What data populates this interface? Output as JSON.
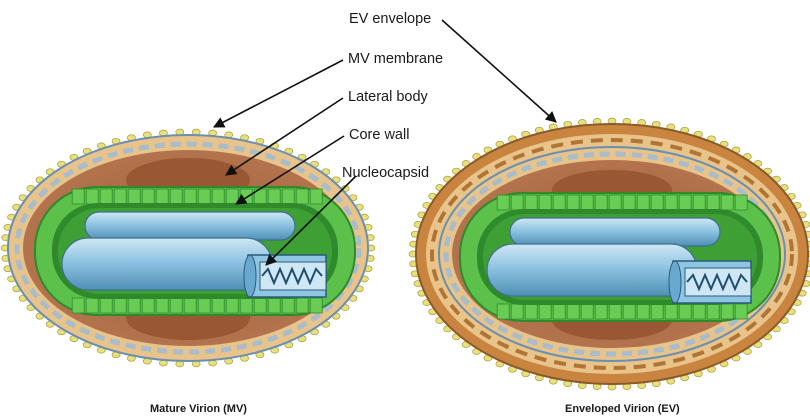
{
  "labels": {
    "ev_envelope": "EV envelope",
    "mv_membrane": "MV membrane",
    "lateral_body": "Lateral body",
    "core_wall": "Core wall",
    "nucleocapsid": "Nucleocapsid"
  },
  "captions": {
    "mv": "Mature Virion (MV)",
    "ev": "Enveloped Virion (EV)"
  },
  "colors": {
    "core_wall_green": "#5cc14a",
    "core_wall_dark": "#2f8a2b",
    "lateral_body_brown": "#a8663f",
    "nucleocapsid_blue": "#8ec5e3",
    "membrane_tan": "#e8c48a",
    "protein_yellow": "#e8e07a",
    "ev_envelope_orange": "#c9853f"
  }
}
